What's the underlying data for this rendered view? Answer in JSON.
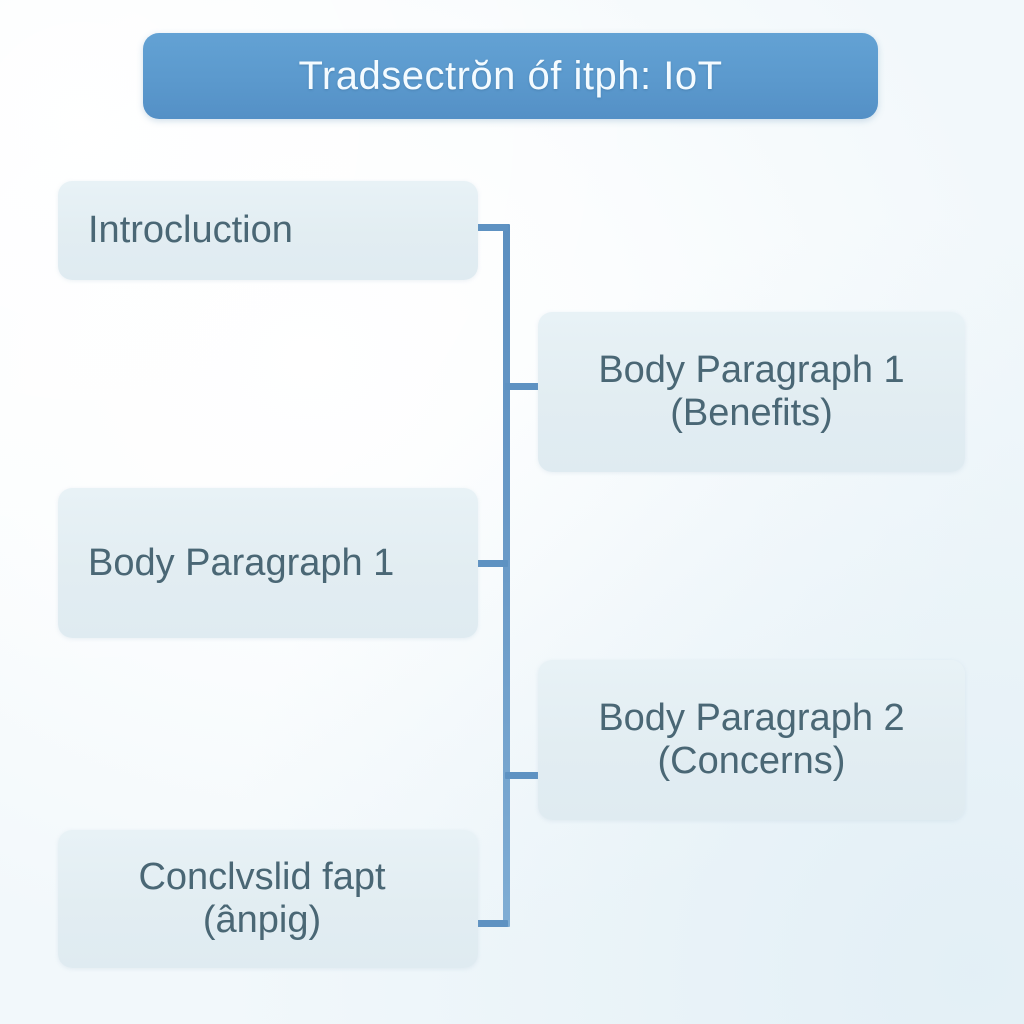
{
  "diagram": {
    "title_banner": {
      "text": "Tradsectrŏn óf itph: IoT"
    },
    "nodes": [
      {
        "id": "introduction",
        "label": "Introcluction",
        "column": "left"
      },
      {
        "id": "body-1-benefits",
        "label": "Body Paragraph 1\n(Benefits)",
        "column": "right"
      },
      {
        "id": "body-1-left",
        "label": "Body Paragraph 1",
        "column": "left"
      },
      {
        "id": "body-2-concerns",
        "label": "Body Paragraph 2\n(Concerns)",
        "column": "right"
      },
      {
        "id": "conclusion",
        "label": "Conclvslid fapt\n(ânpig)",
        "column": "left"
      }
    ],
    "colors": {
      "banner_fill": "#5b99cd",
      "banner_text": "#f4fbff",
      "node_fill": "#e2edf2",
      "node_text": "#4a6775",
      "connector": "#5e92c2",
      "background": "#f2f8fb"
    }
  }
}
